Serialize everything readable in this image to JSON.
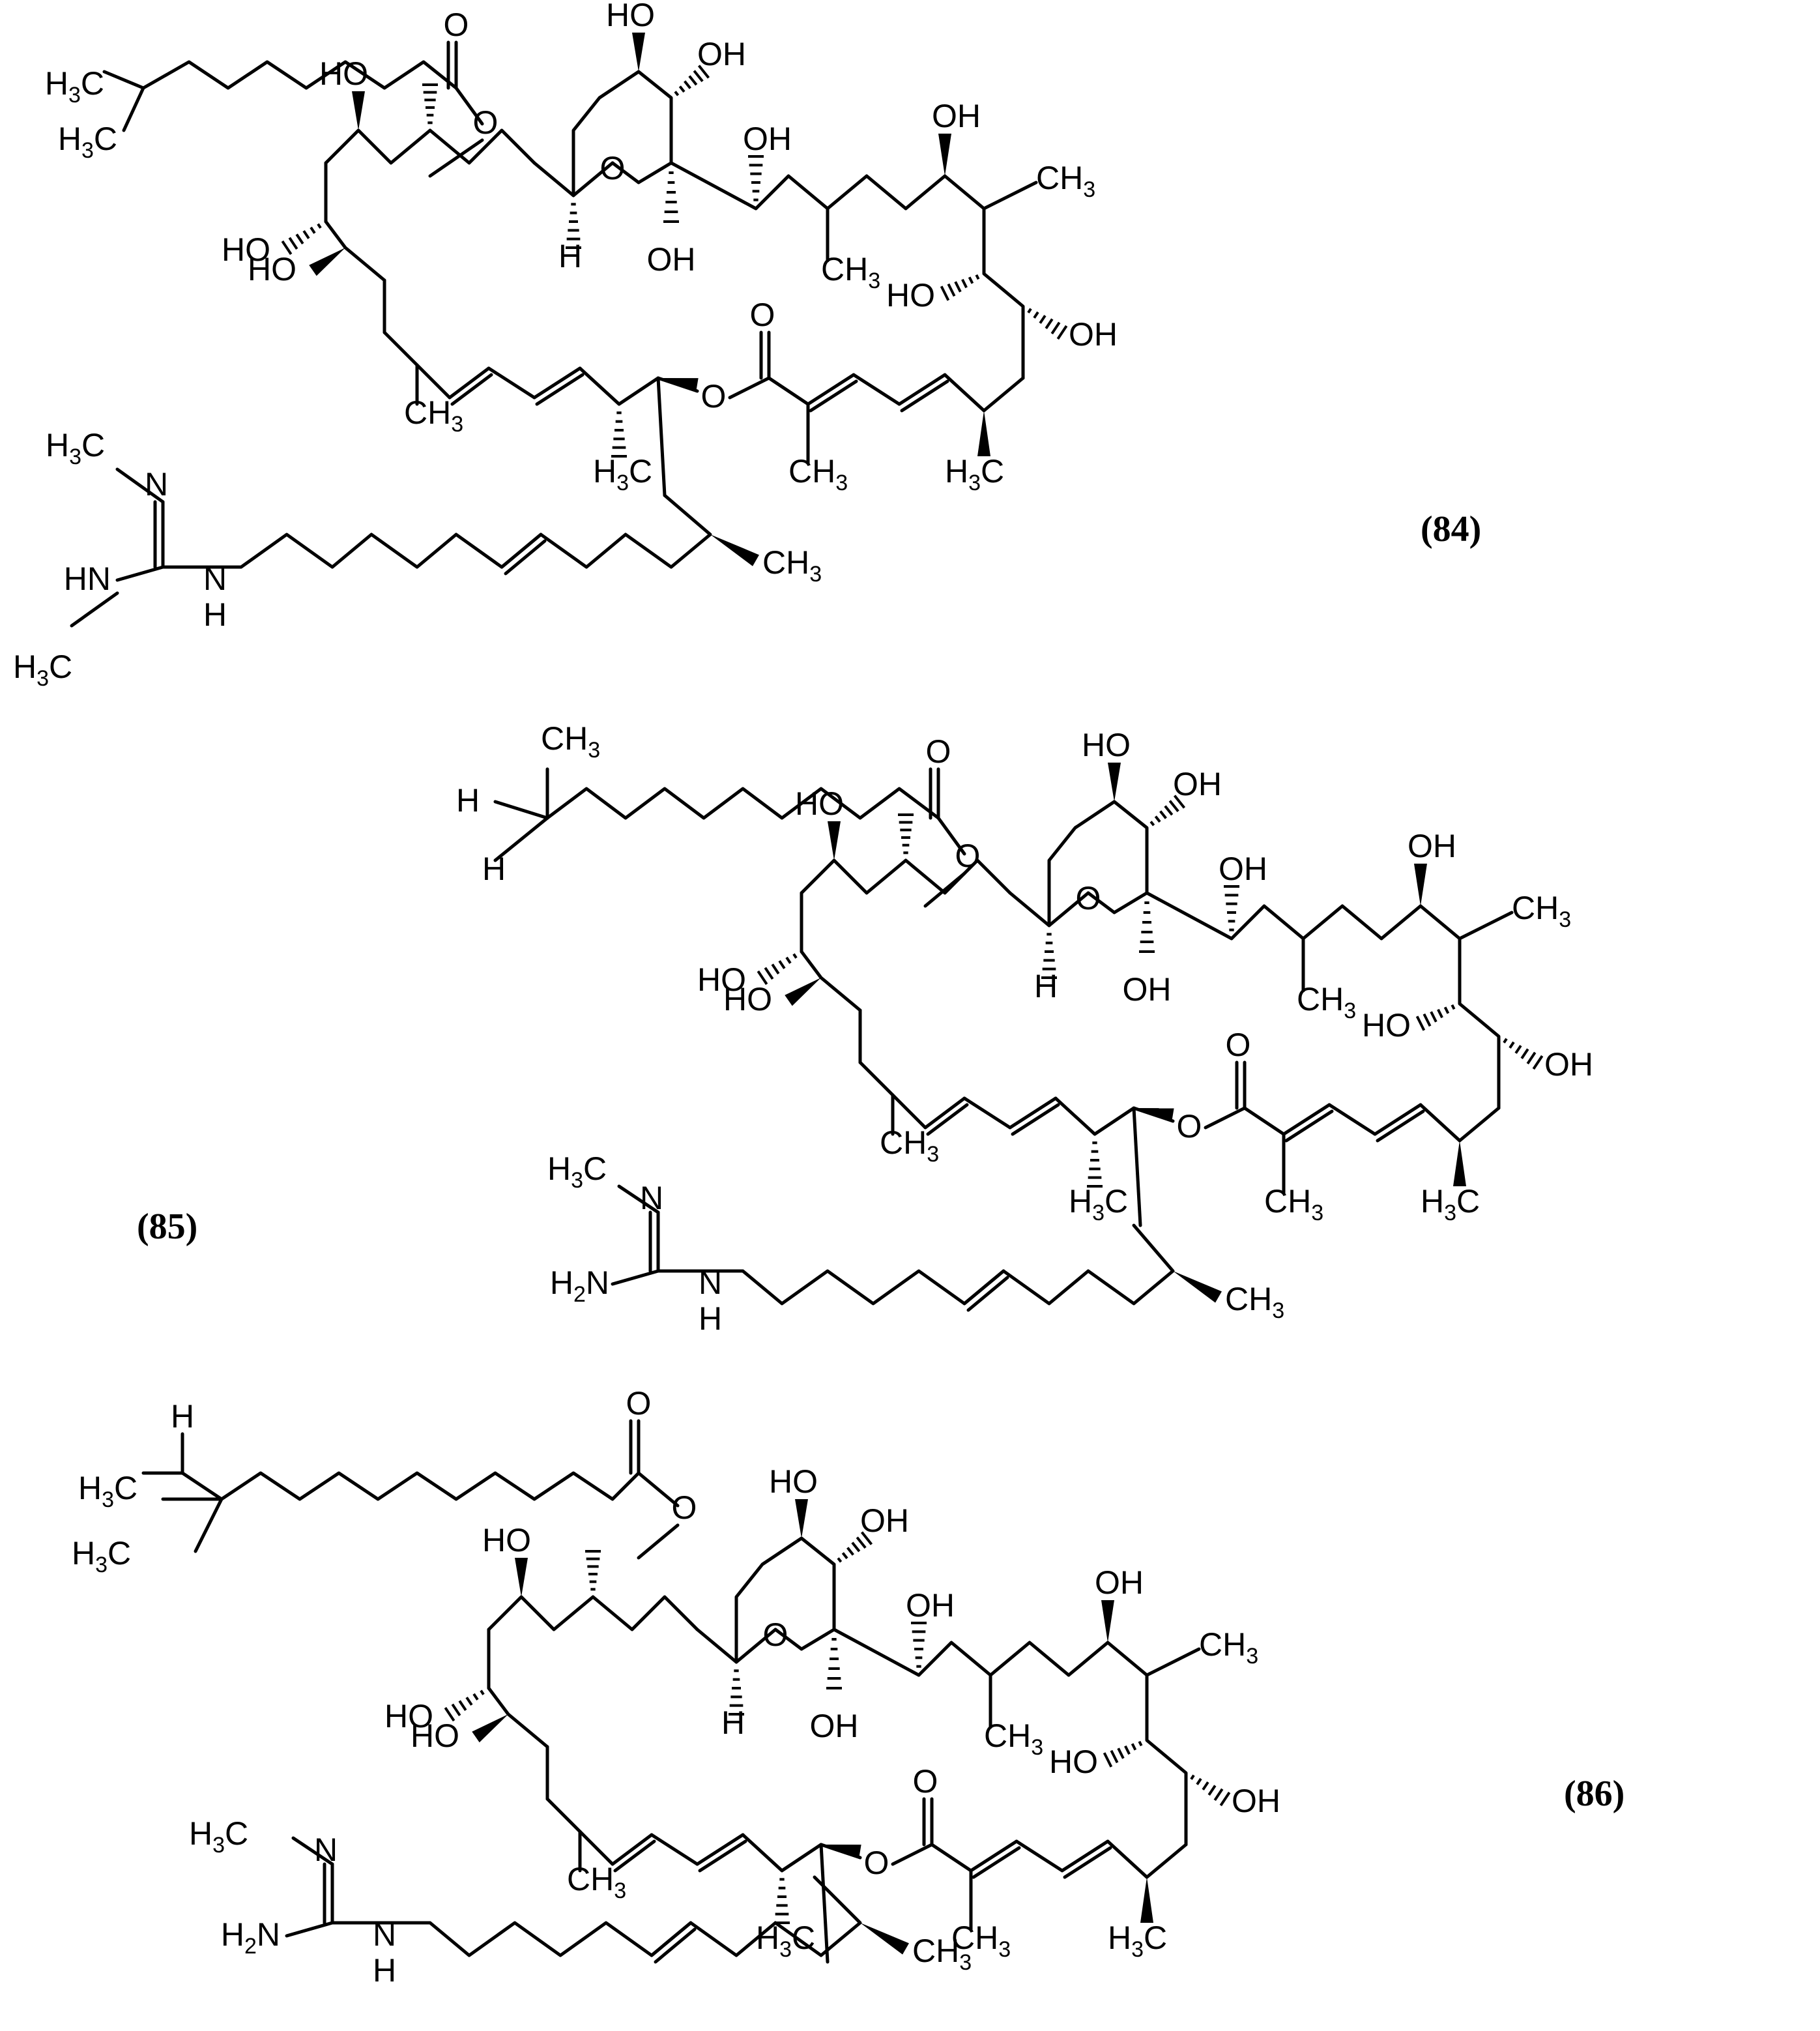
{
  "compounds": [
    {
      "id": "(84)",
      "labels": {
        "ch3_top_a": "H3C",
        "ch3_top_b": "H3C",
        "ester_o_carbonyl": "O",
        "ester_o_link": "O",
        "ho_ring_top": "HO",
        "oh_ring_right": "OH",
        "oh_left_upper": "HO",
        "oh_chain_1": "OH",
        "oh_chain_2": "OH",
        "ch3_right_1": "CH3",
        "ring_o": "O",
        "ring_h": "H",
        "ring_oh": "OH",
        "ch3_mid": "CH3",
        "ho_left_mid": "HO",
        "ho_right_mid": "HO",
        "ho_left_low": "HO",
        "ch3_diene": "CH3",
        "lactone_o_carbonyl": "O",
        "lactone_o": "O",
        "oh_right_low": "OH",
        "ch3_lactone": "CH3",
        "h3c_low_1": "H3C",
        "h3c_low_2": "H3C",
        "h3c_guan_top": "H3C",
        "n_guan": "N",
        "hn_guan": "HN",
        "nh_guan": "N",
        "nh_h": "H",
        "h3c_guan_bot": "H3C",
        "ch3_tail": "CH3"
      }
    },
    {
      "id": "(85)",
      "labels": {
        "ch3_top": "CH3",
        "h_top": "H",
        "h_bot": "H",
        "ester_o_carbonyl": "O",
        "ester_o_link": "O",
        "ho_ring_top": "HO",
        "oh_ring_right": "OH",
        "oh_left_upper": "HO",
        "oh_chain_1": "OH",
        "oh_chain_2": "OH",
        "ch3_right_1": "CH3",
        "ring_o": "O",
        "ring_h": "H",
        "ring_oh": "OH",
        "ch3_mid": "CH3",
        "ho_left_mid": "HO",
        "ho_right_mid": "HO",
        "ho_left_low": "HO",
        "ch3_diene": "CH3",
        "lactone_o_carbonyl": "O",
        "lactone_o": "O",
        "oh_right_low": "OH",
        "ch3_lactone": "CH3",
        "h3c_low_1": "H3C",
        "h3c_low_2": "H3C",
        "h3c_guan_top": "H3C",
        "n_guan": "N",
        "h2n_guan": "H2N",
        "nh_guan": "N",
        "nh_h": "H",
        "ch3_tail": "CH3"
      }
    },
    {
      "id": "(86)",
      "labels": {
        "h_top": "H",
        "ch3_top_a": "H3C",
        "ch3_top_b": "H3C",
        "ester_o_carbonyl": "O",
        "ester_o_link": "O",
        "ho_ring_top": "HO",
        "oh_ring_right": "OH",
        "oh_left_upper": "HO",
        "oh_chain_1": "OH",
        "oh_chain_2": "OH",
        "ch3_right_1": "CH3",
        "ring_o": "O",
        "ring_h": "H",
        "ring_oh": "OH",
        "ch3_mid": "CH3",
        "ho_left_mid": "HO",
        "ho_right_mid": "HO",
        "ho_left_low": "HO",
        "ch3_diene": "CH3",
        "lactone_o_carbonyl": "O",
        "lactone_o": "O",
        "oh_right_low": "OH",
        "ch3_lactone": "CH3",
        "h3c_low_1": "H3C",
        "h3c_low_2": "H3C",
        "h3c_guan_top": "H3C",
        "n_guan": "N",
        "h2n_guan": "H2N",
        "nh_guan": "N",
        "nh_h": "H",
        "ch3_tail": "CH3"
      }
    }
  ]
}
